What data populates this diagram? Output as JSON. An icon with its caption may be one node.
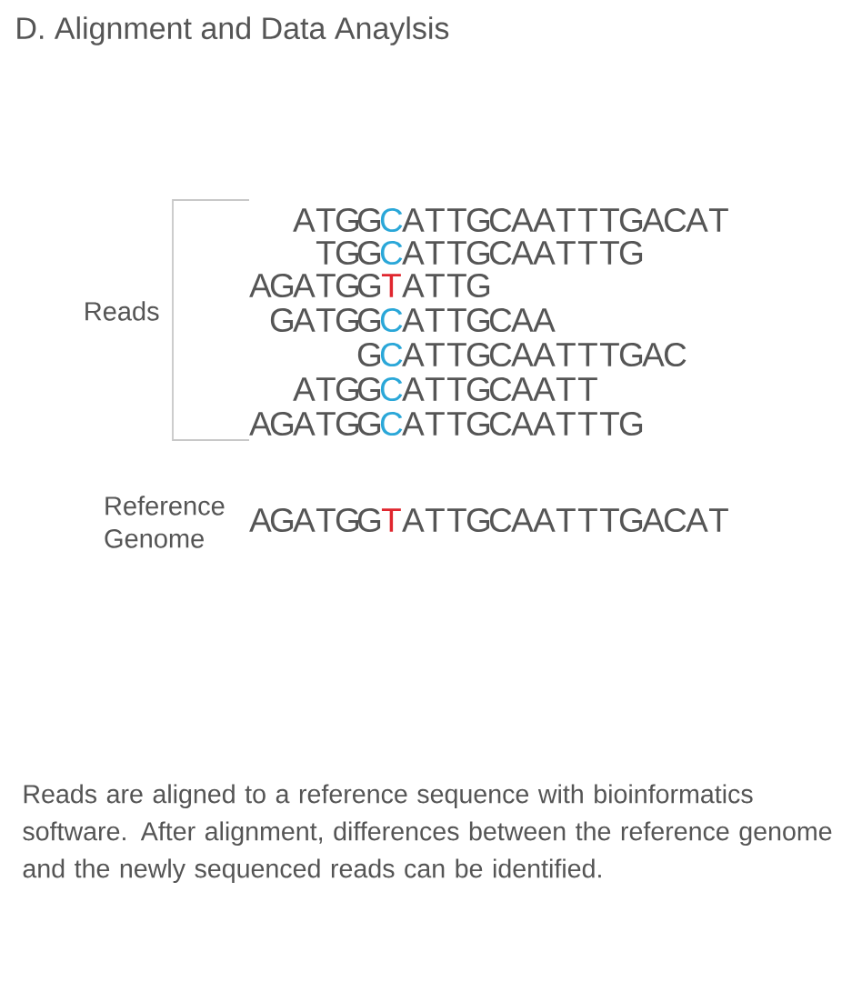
{
  "diagram": {
    "title": "D. Alignment and Data Anaylsis",
    "caption": "Reads are aligned to a reference sequence with bioinformatics software. After alignment, differences between the reference genome and the newly sequenced reads can be identified.",
    "labels": [
      "Reads",
      "ATGGCATTGCAATTTGACAT",
      "TGGCATTGCAATTTG",
      "AGATGGTATTG",
      "GATGGCATTGCAA",
      "GCATTGCAATTTGAC",
      "ATGGCATTGCAATT",
      "AGATGGCATTGCAATTTG",
      "Reference Genome",
      "AGATGGTATTGCAATTTGACAT"
    ]
  }
}
